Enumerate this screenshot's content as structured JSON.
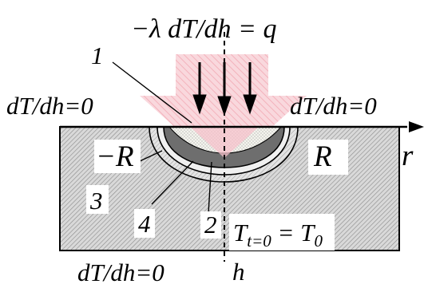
{
  "diagram": {
    "equation_top": "−λ dT/dh = q",
    "bc_top_left": "dT/dh=0",
    "bc_top_right": "dT/dh=0",
    "bc_bottom": "dT/dh=0",
    "axis_r": "r",
    "axis_h": "h",
    "region_left": "−R",
    "region_right": "R",
    "initial_condition_base": "T",
    "initial_condition_sub": "t=0",
    "initial_condition_rhs": " = T",
    "initial_condition_rhs_sub": "0",
    "labels": [
      "1",
      "2",
      "3",
      "4"
    ]
  },
  "colors": {
    "arrow_fill": "#f6c9cf",
    "hatch": "#8a8a8a",
    "zone_dark": "#6e6e6e",
    "zone_dots": "#f4f4ee"
  }
}
